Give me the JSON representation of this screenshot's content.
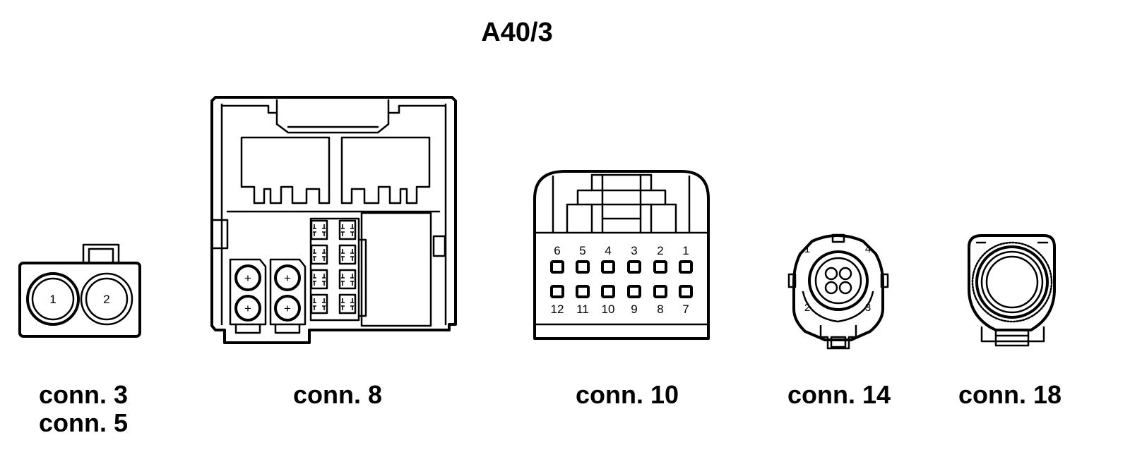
{
  "title": "A40/3",
  "connectors": {
    "conn3_5": {
      "labels": [
        "conn. 3",
        "conn. 5"
      ],
      "pins": [
        "1",
        "2"
      ]
    },
    "conn8": {
      "label": "conn. 8",
      "pin_symbol": "+"
    },
    "conn10": {
      "label": "conn. 10",
      "top_pins": [
        "6",
        "5",
        "4",
        "3",
        "2",
        "1"
      ],
      "bottom_pins": [
        "12",
        "11",
        "10",
        "9",
        "8",
        "7"
      ]
    },
    "conn14": {
      "label": "conn. 14",
      "pins": [
        "1",
        "4",
        "2",
        "3"
      ]
    },
    "conn18": {
      "label": "conn. 18"
    }
  }
}
